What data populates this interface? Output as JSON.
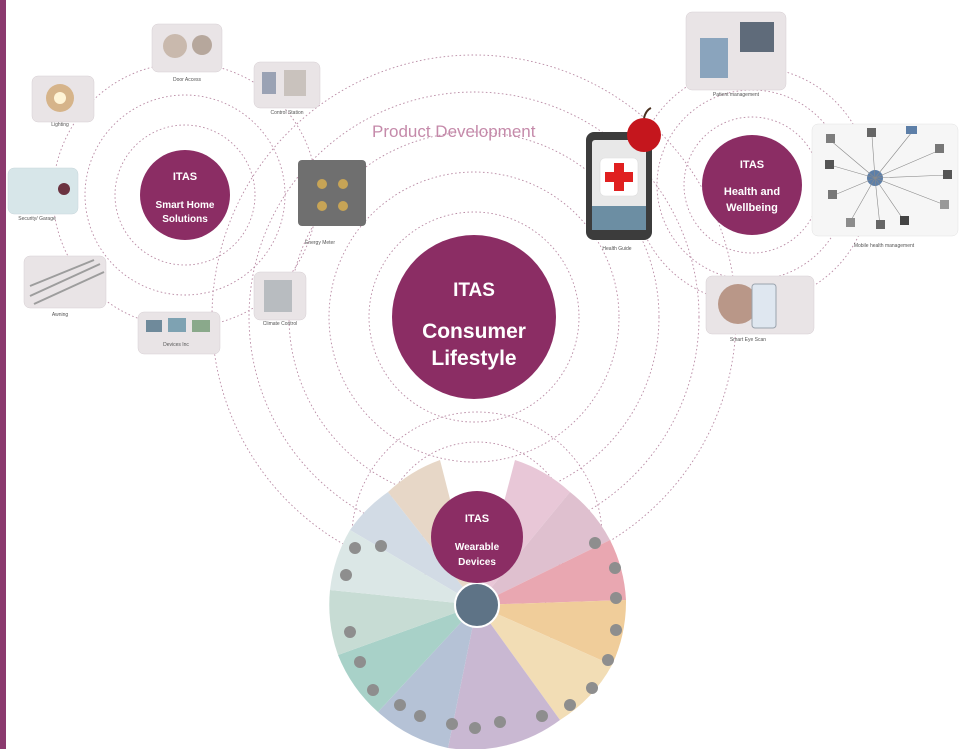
{
  "colors": {
    "hub": "#8b2d64",
    "ring": "#b98aa4",
    "accent_bar": "#8b3a6e",
    "product_dev_text": "#c58aaa"
  },
  "center": {
    "brand": "ITAS",
    "label_line1": "Consumer",
    "label_line2": "Lifestyle"
  },
  "product_development": "Product Development",
  "hubs": {
    "smart_home": {
      "brand": "ITAS",
      "line1": "Smart Home",
      "line2": "Solutions"
    },
    "health": {
      "brand": "ITAS",
      "line1": "Health and",
      "line2": "Wellbeing"
    },
    "wearable": {
      "brand": "ITAS",
      "line1": "Wearable",
      "line2": "Devices"
    }
  },
  "smart_home_items": {
    "door_access": "Door Access",
    "control_station": "Control Station",
    "lighting": "Lighting",
    "security_garage": "Security/ Garage",
    "awning": "Awning",
    "devices_inc": "Devices Inc",
    "energy_meter": "Energy Meter",
    "climate_control": "Climate Control"
  },
  "health_items": {
    "patient_management": "Patient management",
    "health_guide": "Health Guide",
    "mobile_health_management": "Mobile health management",
    "smart_eye_scan": "Smart Eye Scan"
  },
  "icons": {
    "red_cross": "red-cross-icon",
    "apple": "apple-icon"
  }
}
